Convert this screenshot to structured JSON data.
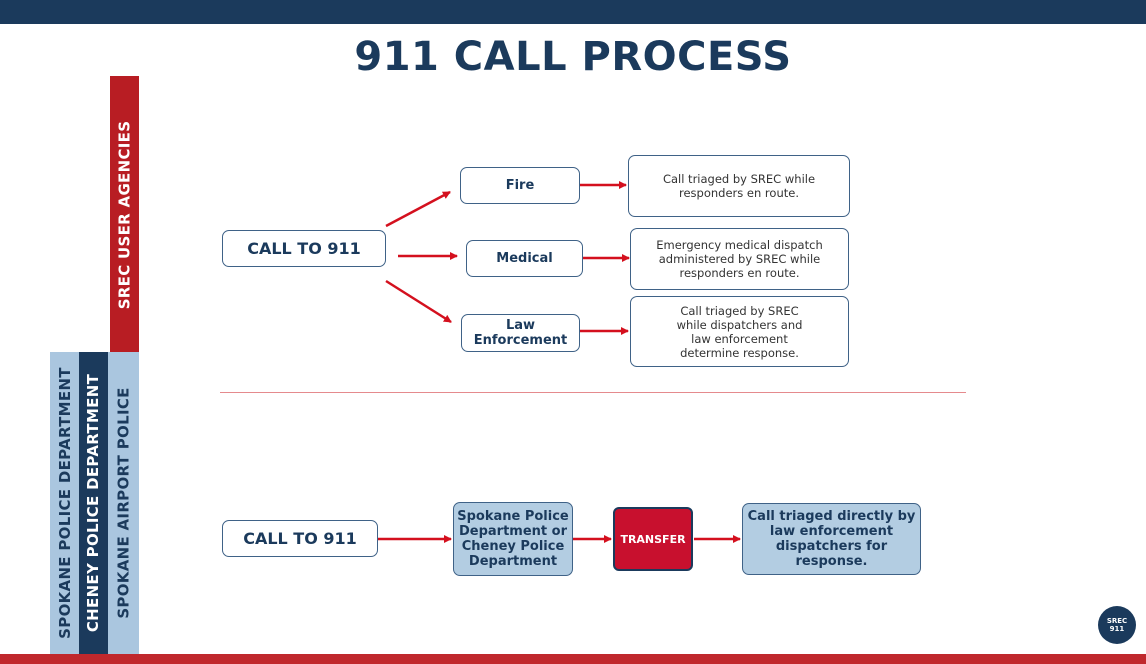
{
  "title": "911 CALL PROCESS",
  "sidebar": {
    "srec_user_agencies": "SREC USER AGENCIES",
    "spokane_police": "SPOKANE POLICE DEPARTMENT",
    "cheney_police": "CHENEY POLICE DEPARTMENT",
    "spokane_airport": "SPOKANE AIRPORT POLICE"
  },
  "upper_flow": {
    "call": "CALL TO 911",
    "fire": "Fire",
    "medical": "Medical",
    "law_line1": "Law",
    "law_line2": "Enforcement",
    "fire_desc_1": "Call triaged by SREC while",
    "fire_desc_2": "responders en route.",
    "medical_desc_1": "Emergency medical dispatch",
    "medical_desc_2": "administered by SREC while",
    "medical_desc_3": "responders en route.",
    "law_desc_1": "Call triaged by SREC",
    "law_desc_2": "while dispatchers and",
    "law_desc_3": "law enforcement",
    "law_desc_4": "determine response."
  },
  "lower_flow": {
    "call": "CALL TO 911",
    "dept_1": "Spokane Police",
    "dept_2": "Department or",
    "dept_3": "Cheney Police",
    "dept_4": "Department",
    "transfer": "TRANSFER",
    "result_1": "Call triaged directly by",
    "result_2": "law enforcement",
    "result_3": "dispatchers for response."
  },
  "logo": {
    "line1": "SREC",
    "line2": "911"
  },
  "colors": {
    "navy": "#1b3a5c",
    "red": "#c0282d",
    "arrow_red": "#d4101e",
    "light_blue": "#aac6df"
  }
}
